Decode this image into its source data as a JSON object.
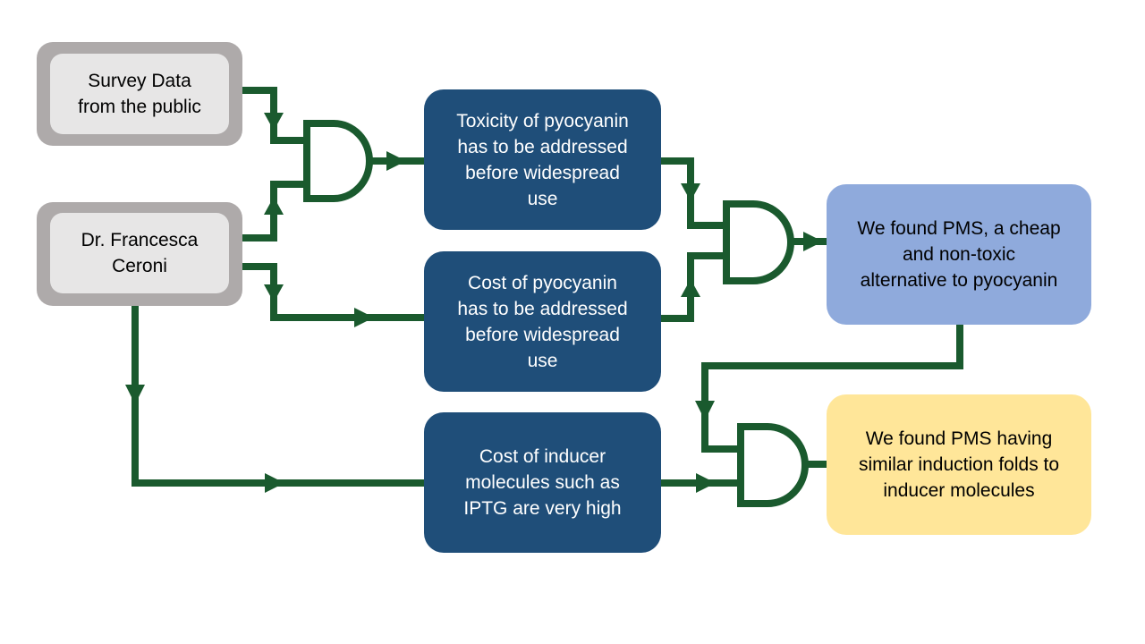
{
  "colors": {
    "wire": "#1a5a2e",
    "source_border": "#aeaaaa",
    "source_fill": "#e7e6e6",
    "problem_fill": "#1f4e79",
    "result1_fill": "#8faadc",
    "result2_fill": "#ffe699"
  },
  "sources": {
    "survey": "Survey Data\nfrom the public",
    "expert": "Dr. Francesca\nCeroni"
  },
  "problems": {
    "toxicity": "Toxicity of pyocyanin\nhas to be addressed\nbefore widespread\nuse",
    "cost_pyocyanin": "Cost of pyocyanin\nhas to be addressed\nbefore widespread\nuse",
    "cost_inducer": "Cost of inducer\nmolecules such as\nIPTG are very high"
  },
  "results": {
    "pms_alternative": "We found PMS, a cheap\nand non-toxic\nalternative to pyocyanin",
    "pms_induction": "We found PMS having\nsimilar induction folds to\ninducer molecules"
  },
  "gates": [
    "AND",
    "AND",
    "AND"
  ]
}
